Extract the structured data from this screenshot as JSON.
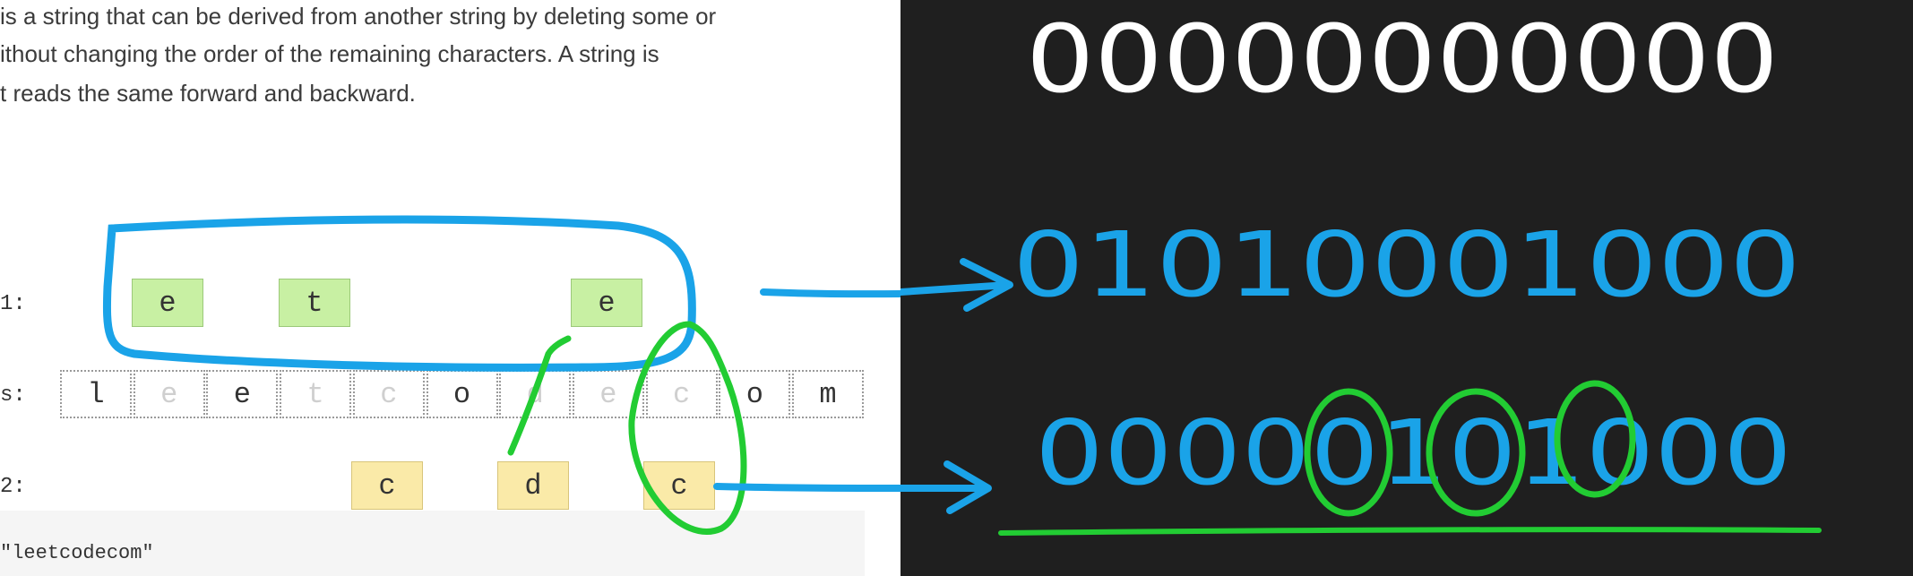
{
  "description_lines": [
    "is a string that can be derived from another string by deleting some or",
    "ithout changing the order of the remaining characters. A string is",
    "t reads the same forward and backward."
  ],
  "row_labels": {
    "row1": "1:",
    "row_s": "s:",
    "row2": "2:"
  },
  "row1_cells": [
    "e",
    "t",
    "e"
  ],
  "s_cells": [
    "l",
    "e",
    "e",
    "t",
    "c",
    "o",
    "d",
    "e",
    "c",
    "o",
    "m"
  ],
  "s_dim_indices": [
    1,
    3,
    4,
    6,
    7,
    8
  ],
  "row2_cells": [
    "c",
    "d",
    "c"
  ],
  "code_text": "\"leetcodecom\"",
  "handwriting": {
    "line1": "00000000000",
    "line2": "01010001000",
    "line3": "00000101000",
    "line1_color": "#ffffff",
    "line2_color": "#1aa3e8",
    "line3_color": "#1aa3e8",
    "highlight_color": "#22cc33"
  }
}
